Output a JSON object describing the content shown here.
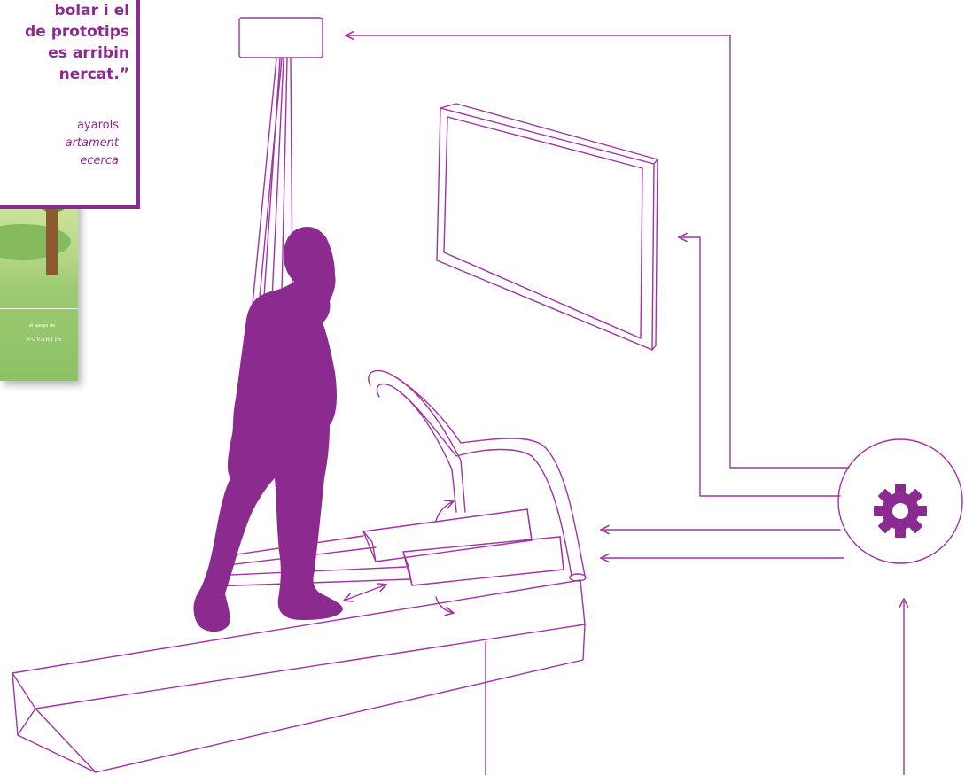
{
  "quote": {
    "lines": [
      "bolar i el",
      "de prototips",
      "es arribin",
      "nercat.”"
    ]
  },
  "attribution": {
    "name": "ayarols",
    "role_line1": "artament",
    "role_line2": "ecerca"
  },
  "poster": {
    "credit": "el apoyo de",
    "brand": "NOVARTIS"
  },
  "colors": {
    "accent": "#8c2b8f",
    "line": "#a033a6",
    "figure": "#8c2b8f"
  },
  "icons": {
    "control_unit": "gear-icon"
  }
}
